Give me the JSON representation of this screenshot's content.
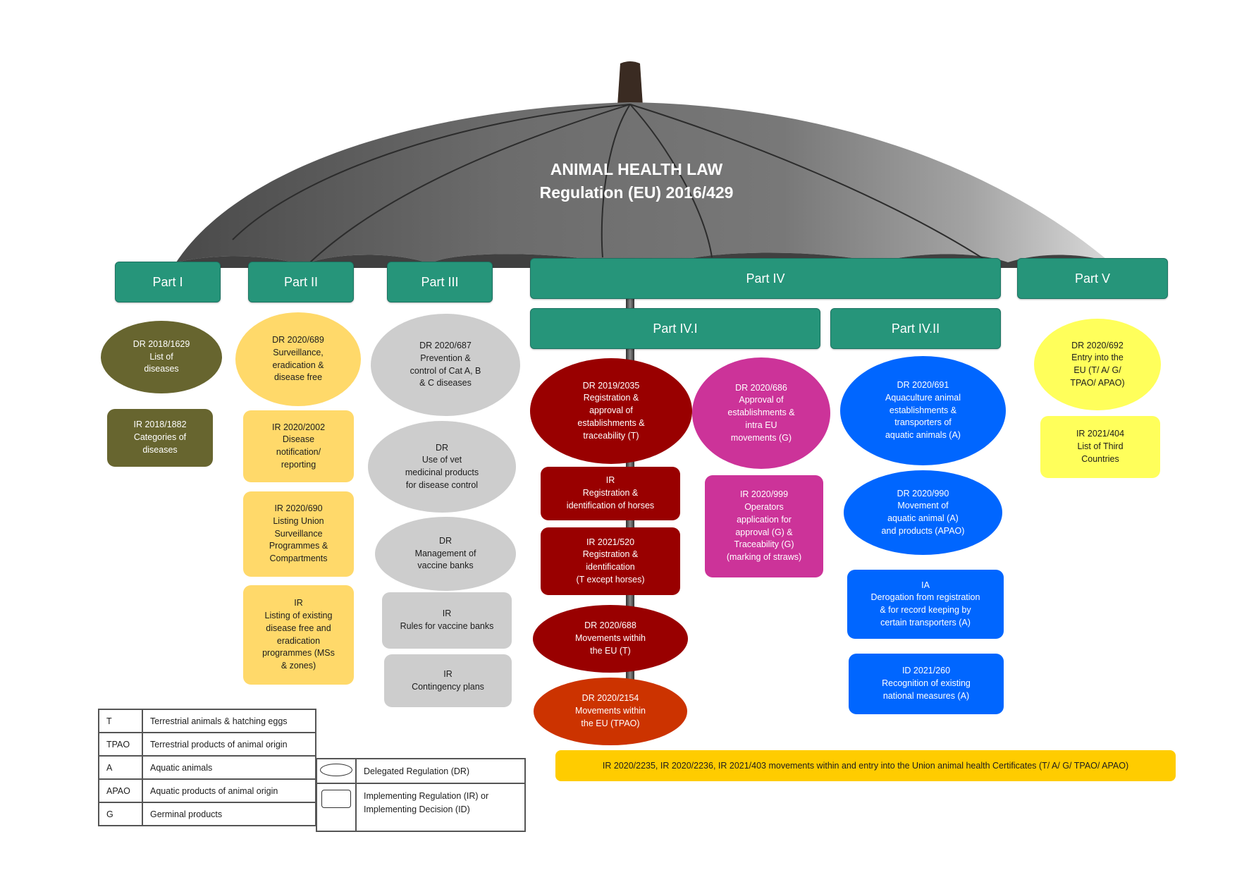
{
  "title": {
    "line1": "ANIMAL HEALTH LAW",
    "line2": "Regulation (EU) 2016/429"
  },
  "parts": {
    "p1": "Part I",
    "p2": "Part II",
    "p3": "Part III",
    "p4": "Part IV",
    "p4_1": "Part IV.I",
    "p4_2": "Part IV.II",
    "p5": "Part V"
  },
  "nodes": {
    "dr_2018_1629": "DR 2018/1629\nList of\ndiseases",
    "ir_2018_1882": "IR 2018/1882\nCategories of\ndiseases",
    "dr_2020_689": "DR 2020/689\nSurveillance,\neradication &\ndisease free",
    "ir_2020_2002": "IR 2020/2002\nDisease\nnotification/\nreporting",
    "ir_2020_690": "IR 2020/690\nListing Union\nSurveillance\nProgrammes &\nCompartments",
    "ir_listing": "IR\nListing of existing\ndisease free and\neradication\nprogrammes (MSs\n& zones)",
    "dr_2020_687": "DR 2020/687\nPrevention &\ncontrol of Cat A, B\n& C diseases",
    "dr_vet": "DR\nUse of vet\nmedicinal products\nfor disease control",
    "dr_vaccine": "DR\nManagement of\nvaccine banks",
    "ir_vaccine_rules": "IR\nRules for vaccine banks",
    "ir_contingency": "IR\nContingency plans",
    "dr_2019_2035": "DR 2019/2035\nRegistration &\napproval  of\nestablishments &\ntraceability (T)",
    "ir_horses": "IR\nRegistration &\nidentification of  horses",
    "ir_2021_520": "IR 2021/520\nRegistration &\nidentification\n(T except horses)",
    "dr_2020_688": "DR 2020/688\nMovements withih\nthe EU (T)",
    "dr_2020_2154": "DR 2020/2154\nMovements within\nthe EU (TPAO)",
    "dr_2020_686": "DR 2020/686\nApproval of\nestablishments &\nintra EU\nmovements (G)",
    "ir_2020_999": "IR 2020/999\nOperators\napplication for\napproval (G) &\nTraceability (G)\n(marking of straws)",
    "dr_2020_691": "DR 2020/691\nAquaculture animal\nestablishments &\ntransporters of\naquatic animals (A)",
    "dr_2020_990": "DR 2020/990\nMovement of\naquatic animal (A)\nand products (APAO)",
    "ia_derogation": "IA\nDerogation from registration\n& for record keeping by\ncertain transporters (A)",
    "id_2021_260": "ID 2021/260\nRecognition of existing\nnational measures (A)",
    "dr_2020_692": "DR 2020/692\nEntry into the\nEU (T/ A/ G/\nTPAO/ APAO)",
    "ir_2021_404": "IR 2021/404\nList of Third\nCountries"
  },
  "banner": "IR 2020/2235, IR 2020/2236, IR 2021/403 movements within and entry into the Union animal health Certificates (T/ A/ G/ TPAO/ APAO)",
  "legend": {
    "abbreviations": [
      {
        "code": "T",
        "meaning": "Terrestrial animals & hatching eggs"
      },
      {
        "code": "TPAO",
        "meaning": "Terrestrial products of animal origin"
      },
      {
        "code": "A",
        "meaning": "Aquatic animals"
      },
      {
        "code": "APAO",
        "meaning": "Aquatic products of animal origin"
      },
      {
        "code": "G",
        "meaning": "Germinal products"
      }
    ],
    "shapes": {
      "oval": "Delegated Regulation (DR)",
      "rect": "Implementing Regulation (IR) or Implementing Decision (ID)"
    }
  },
  "colors": {
    "part_header": "#26957a",
    "olive": "#67652f",
    "yellow": "#ffd96a",
    "grey": "#cdcdcd",
    "dark_red": "#990000",
    "orange_red": "#cc3300",
    "magenta": "#cc3399",
    "blue": "#0066ff",
    "bright_yellow": "#ffff5b",
    "banner": "#ffcc00",
    "umbrella": "#6b6b6b"
  }
}
